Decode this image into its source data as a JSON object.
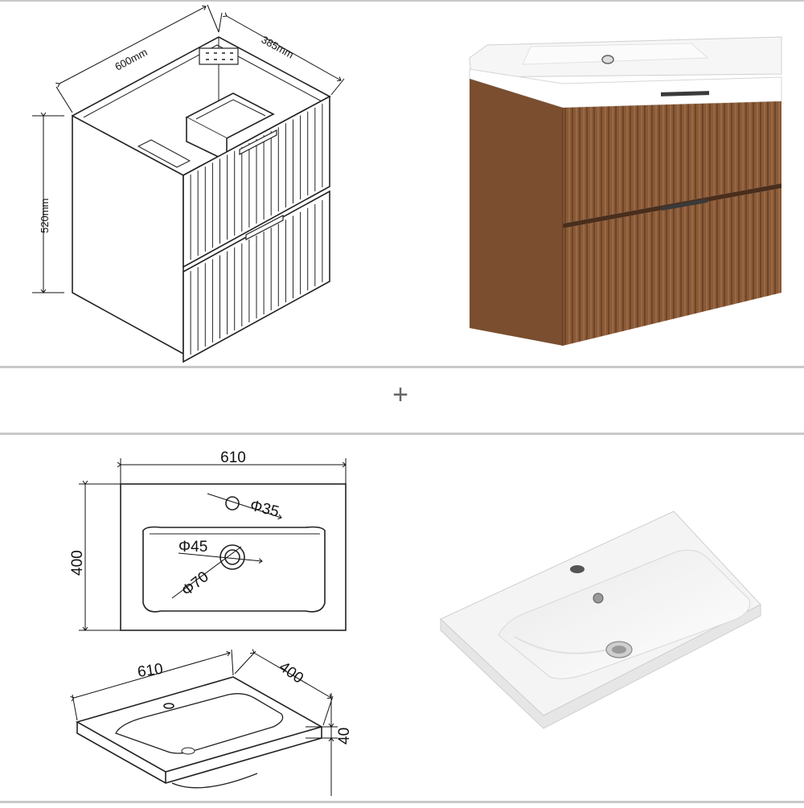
{
  "cabinet": {
    "width": "600mm",
    "depth": "385mm",
    "height": "520mm"
  },
  "combine_symbol": "+",
  "basin": {
    "top_width": "610",
    "top_depth": "400",
    "tap_hole": "Φ35",
    "waste": "Φ45",
    "waste_outer": "Φ70",
    "iso_width": "610",
    "iso_depth": "400",
    "thickness": "40"
  },
  "colors": {
    "cabinet_wood": "#8a5a37",
    "basin_white": "#f7f7f7",
    "divider": "#c8c8c8"
  }
}
